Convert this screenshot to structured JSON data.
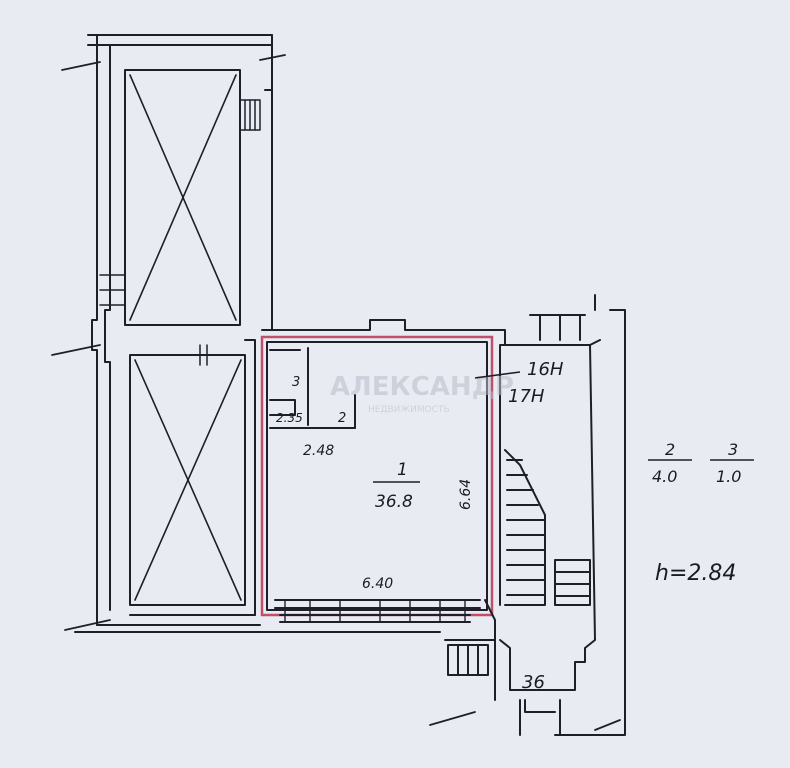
{
  "plan": {
    "highlight_color": "#c0506a",
    "paper_color": "#e9ebf3",
    "ink_color": "#1f1f2a",
    "rooms": {
      "main": {
        "number": "1",
        "area": "36.8",
        "width_dim": "6.40",
        "depth_dim": "6.64"
      },
      "room2": {
        "dim": "2.35",
        "number": "2",
        "dim2": "2.48"
      },
      "room3": {
        "number": "3"
      }
    },
    "unit_labels": {
      "a": "16Н",
      "b": "17Н",
      "c": "36"
    },
    "legend": [
      {
        "number": "2",
        "area": "4.0"
      },
      {
        "number": "3",
        "area": "1.0"
      }
    ],
    "height": "h=2.84",
    "watermark": {
      "main": "АЛЕКСАНДР",
      "sub": "НЕДВИЖИМОСТЬ"
    }
  }
}
